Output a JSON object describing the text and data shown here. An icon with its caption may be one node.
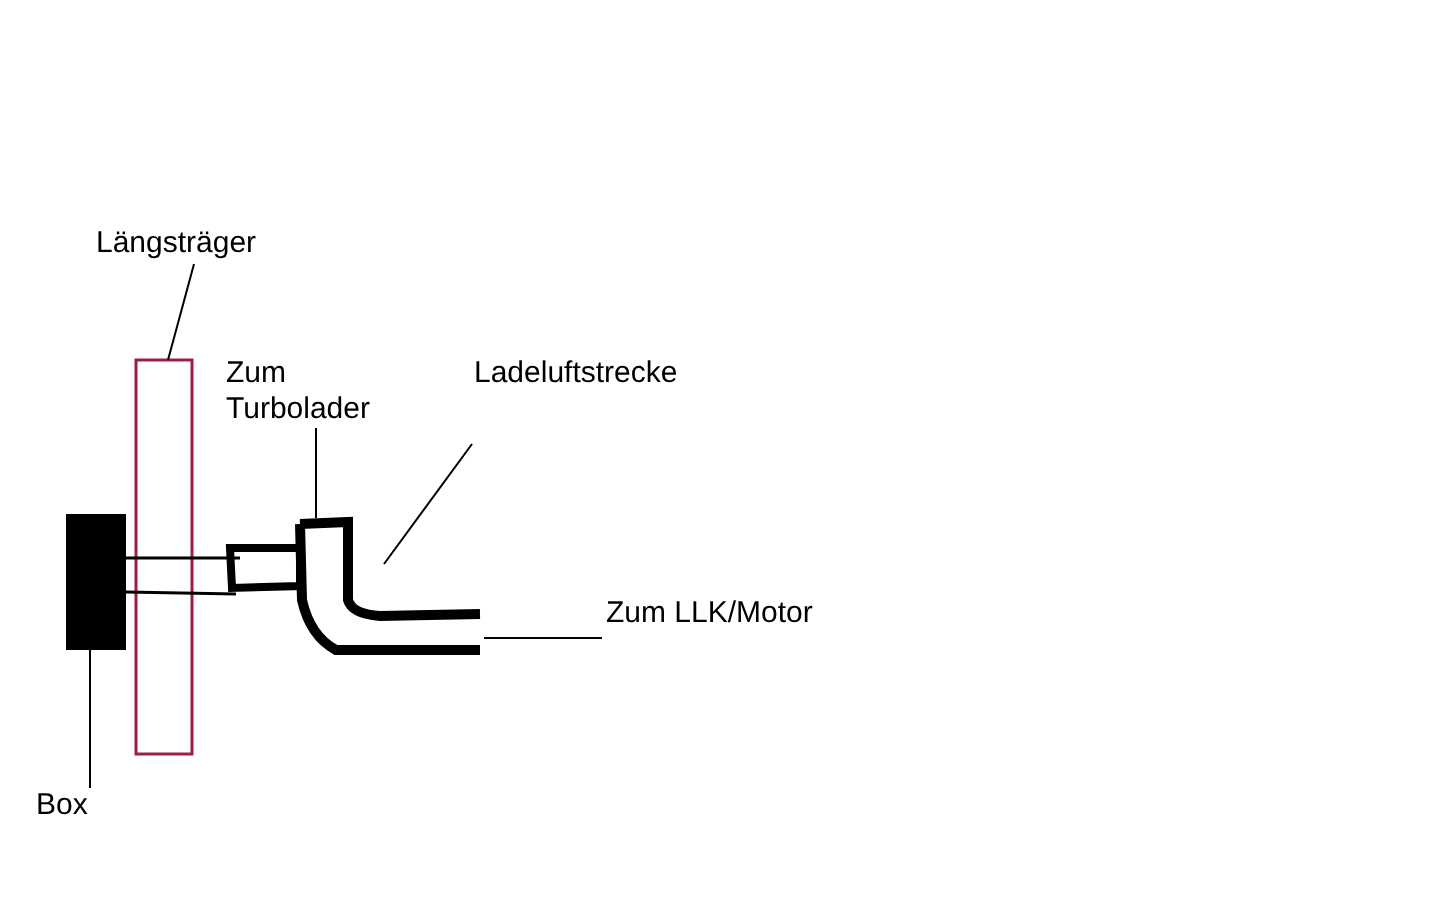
{
  "diagram": {
    "nodes": [
      {
        "text": [
          "Längsträger"
        ]
      },
      {
        "text": [
          "Box"
        ]
      },
      {
        "text": [
          "Zum Turbolader"
        ]
      },
      {
        "text": [
          "Ladeluftstrecke"
        ]
      },
      {
        "text": [
          "Zum LLK/Motor"
        ]
      },
      {
        "text": [],
        "shape": "box"
      },
      {
        "text": [],
        "shape": "box"
      },
      {
        "text": [],
        "shape": "pipe"
      }
    ],
    "edges": [
      {
        "from": 0,
        "to": 5,
        "arrow": "none"
      },
      {
        "from": 1,
        "to": 6,
        "arrow": "none"
      },
      {
        "from": 2,
        "to": 7,
        "arrow": "none"
      },
      {
        "from": 3,
        "to": 7,
        "arrow": "none"
      },
      {
        "from": 4,
        "to": 7,
        "arrow": "none"
      }
    ]
  }
}
